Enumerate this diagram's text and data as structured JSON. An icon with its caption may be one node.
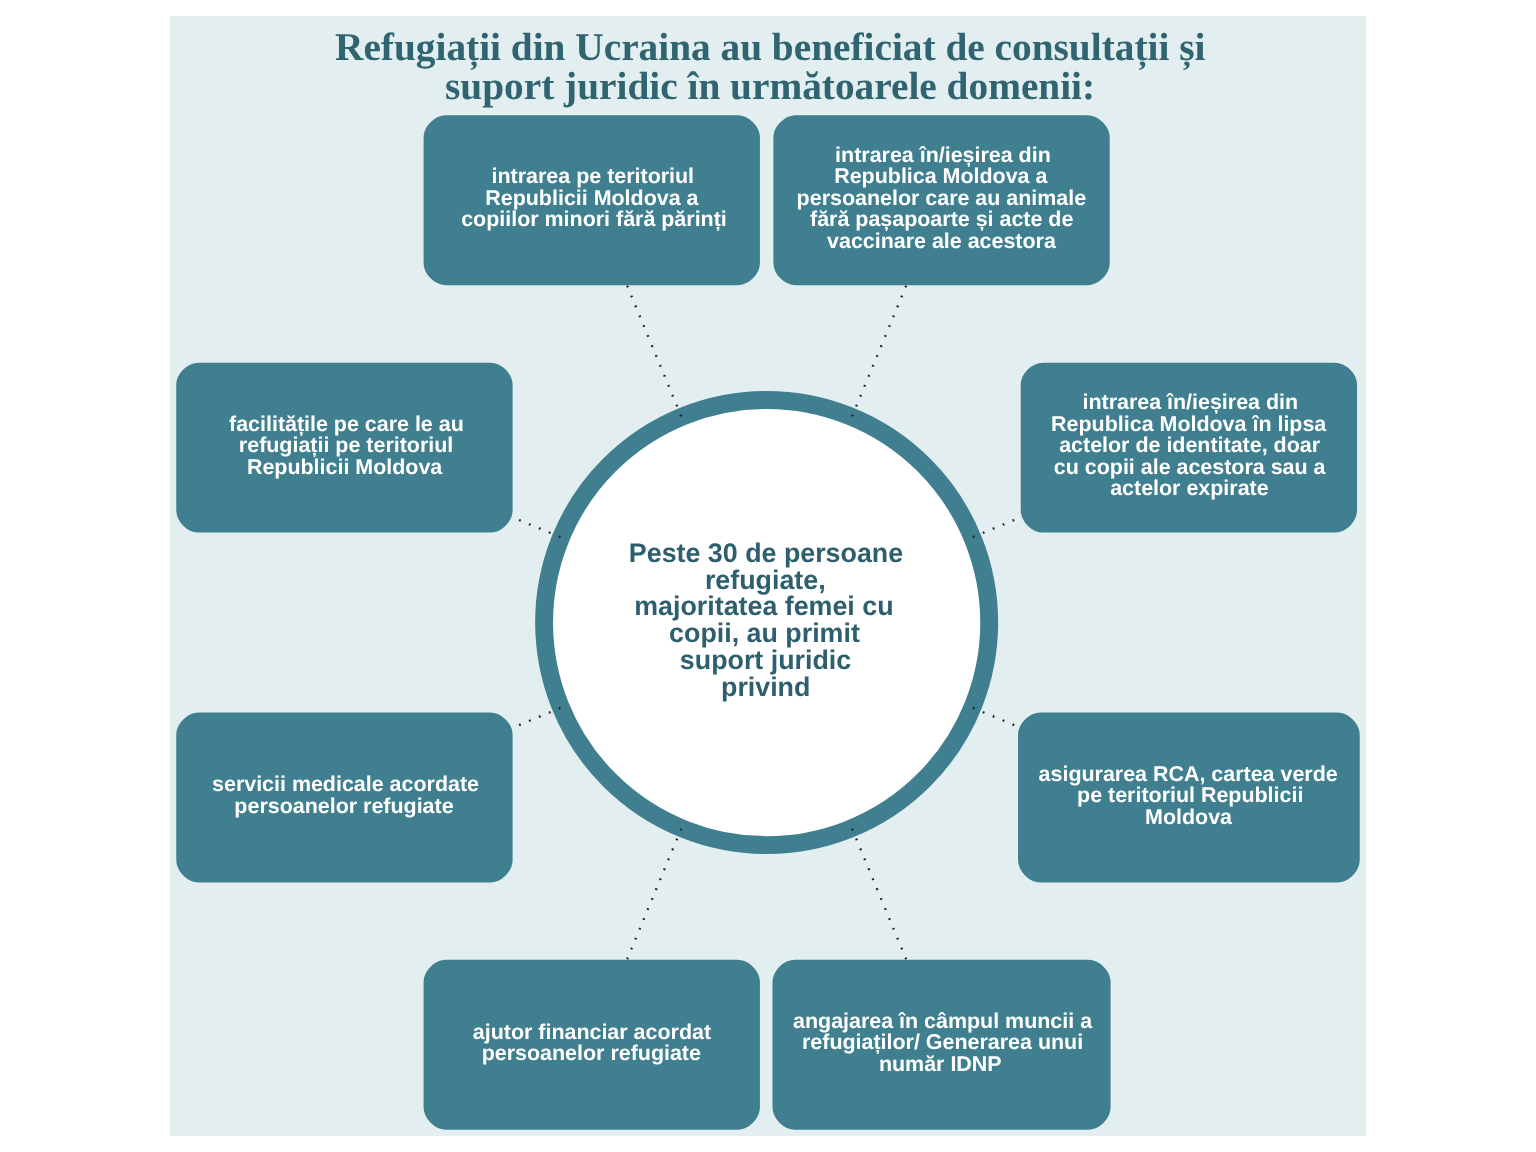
{
  "diagram": {
    "title": "Refugiații din Ucraina au beneficiat de consultații și suport juridic în următoarele domenii:",
    "nodes": [
      {
        "text": [
          "Peste 30 de persoane refugiate, majoritatea femei cu copii, au primit suport juridic privind"
        ]
      },
      {
        "text": [
          "intrarea în/ieșirea din Republica Moldova în lipsa actelor de identitate, doar cu copii ale acestora sau a actelor expirate"
        ]
      },
      {
        "text": [
          "intrarea în/ieșirea din Republica Moldova a persoanelor care au animale fără pașapoarte și acte de vaccinare ale acestora"
        ]
      },
      {
        "text": [
          "intrarea pe teritoriul Republicii Moldova a copiilor minori fără părinți"
        ]
      },
      {
        "text": [
          "facilitățile pe care le au refugiații pe teritoriul Republicii Moldova"
        ]
      },
      {
        "text": [
          "servicii medicale acordate persoanelor refugiate"
        ]
      },
      {
        "text": [
          "ajutor financiar acordat persoanelor refugiate"
        ]
      },
      {
        "text": [
          "angajarea în câmpul muncii a refugiaților/ Generarea unui număr IDNP"
        ]
      },
      {
        "text": [
          "asigurarea RCA, cartea verde pe teritoriul Republicii Moldova"
        ]
      }
    ],
    "edges": [
      {
        "from": 0,
        "to": 1,
        "arrow": "none",
        "style": "dashed"
      },
      {
        "from": 0,
        "to": 2,
        "arrow": "none",
        "style": "dashed"
      },
      {
        "from": 0,
        "to": 3,
        "arrow": "none",
        "style": "dashed"
      },
      {
        "from": 0,
        "to": 4,
        "arrow": "none",
        "style": "dashed"
      },
      {
        "from": 0,
        "to": 5,
        "arrow": "none",
        "style": "dashed"
      },
      {
        "from": 0,
        "to": 6,
        "arrow": "none",
        "style": "dashed"
      },
      {
        "from": 0,
        "to": 7,
        "arrow": "none",
        "style": "dashed"
      },
      {
        "from": 0,
        "to": 8,
        "arrow": "none",
        "style": "dashed"
      }
    ]
  }
}
